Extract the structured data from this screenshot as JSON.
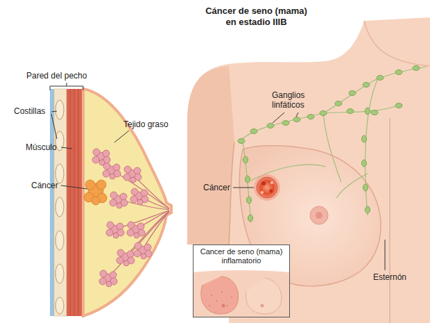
{
  "diagram": {
    "title": "Cáncer de seno (mama) en estadio IIIB",
    "nodes": [
      {
        "text": [
          "Cancer de seno (mama) inflamatorio"
        ]
      }
    ],
    "labels": [
      "Pared del pecho",
      "Costillas",
      "Tejido graso",
      "Músculo",
      "Cáncer",
      "Ganglios linfáticos",
      "Cáncer",
      "Esternón"
    ]
  }
}
